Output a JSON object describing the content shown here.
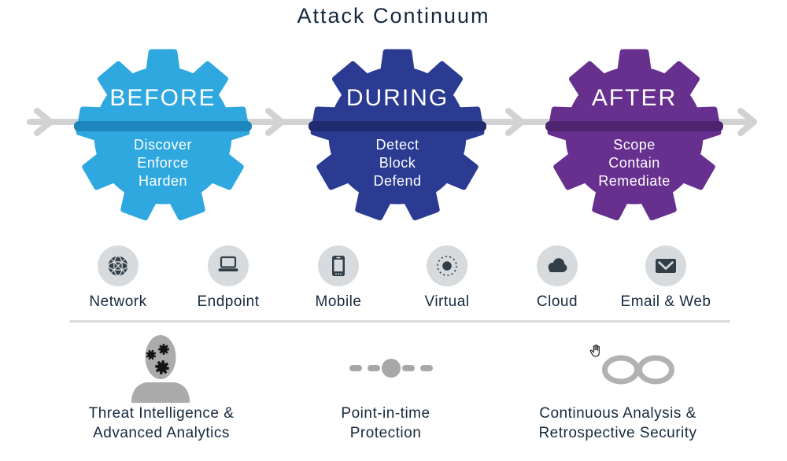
{
  "title": "Attack Continuum",
  "phases": [
    {
      "id": "before",
      "label": "BEFORE",
      "items": [
        "Discover",
        "Enforce",
        "Harden"
      ],
      "color": "#2FA8DF",
      "band_color": "#1D86BC"
    },
    {
      "id": "during",
      "label": "DURING",
      "items": [
        "Detect",
        "Block",
        "Defend"
      ],
      "color": "#2B3B92",
      "band_color": "#202B6F"
    },
    {
      "id": "after",
      "label": "AFTER",
      "items": [
        "Scope",
        "Contain",
        "Remediate"
      ],
      "color": "#67308F",
      "band_color": "#4E2370"
    }
  ],
  "vectors": [
    {
      "label": "Network",
      "icon": "network-globe-icon"
    },
    {
      "label": "Endpoint",
      "icon": "laptop-icon"
    },
    {
      "label": "Mobile",
      "icon": "smartphone-icon"
    },
    {
      "label": "Virtual",
      "icon": "virtual-dotted-circle-icon"
    },
    {
      "label": "Cloud",
      "icon": "cloud-icon"
    },
    {
      "label": "Email & Web",
      "icon": "envelope-icon"
    }
  ],
  "capabilities": [
    {
      "icon": "analyst-gears-icon",
      "lines": [
        "Threat Intelligence &",
        "Advanced Analytics"
      ]
    },
    {
      "icon": "point-in-time-icon",
      "lines": [
        "Point-in-time",
        "Protection"
      ]
    },
    {
      "icon": "infinity-icon",
      "lines": [
        "Continuous Analysis &",
        "Retrospective Security"
      ]
    }
  ],
  "cursor": {
    "shape": "hand-grab"
  },
  "colors": {
    "timeline_arrow": "#D2D2D2",
    "title_text": "#15283E",
    "label_text": "#17293F",
    "vector_circle": "#D8DBDD",
    "vector_glyph": "#333F48",
    "bottom_icon_gray": "#A8A8A8",
    "divider": "#D9DDDD"
  }
}
